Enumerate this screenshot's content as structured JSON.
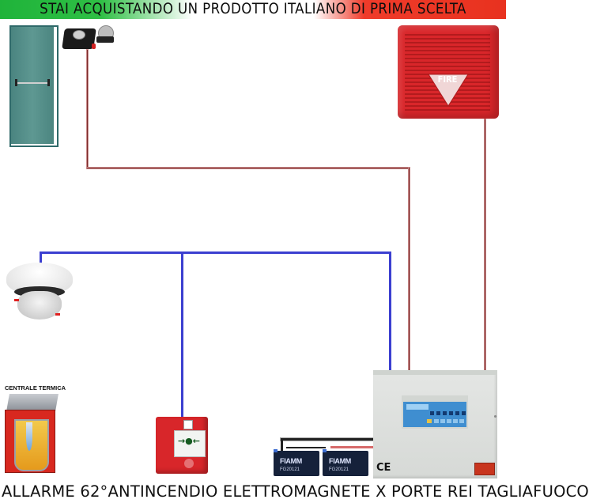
{
  "banner": {
    "text": "STAI ACQUISTANDO UN PRODOTTO ITALIANO DI PRIMA SCELTA",
    "colors": {
      "green": "#1fb33a",
      "white": "#ffffff",
      "red": "#e8321f"
    }
  },
  "footer": {
    "text": "ALLARME 62°ANTINCENDIO ELETTROMAGNETE X PORTE REI TAGLIAFUOCO"
  },
  "components": {
    "door": {
      "name": "fire-door",
      "icon": "door-with-panic-bar"
    },
    "magnet": {
      "name": "electromagnetic-door-holder",
      "icon": "electromagnet"
    },
    "siren": {
      "name": "fire-siren",
      "label": "FIRE",
      "color": "#d9262a"
    },
    "smoke_detector": {
      "name": "smoke-detector",
      "icon": "smoke-detector"
    },
    "boiler": {
      "name": "boiler",
      "label": "CENTRALE TERMICA"
    },
    "call_point": {
      "name": "manual-call-point",
      "symbol": "→●←"
    },
    "batteries": [
      {
        "brand": "FIAMM",
        "model": "FG20121"
      },
      {
        "brand": "FIAMM",
        "model": "FG20121"
      }
    ],
    "control_panel": {
      "name": "fire-control-panel",
      "mark": "CE",
      "display_color": "#3f8ed0"
    }
  },
  "wiring": {
    "red_wire_color": "#7a2a2a",
    "blue_wire_color": "#3b3fd0"
  }
}
